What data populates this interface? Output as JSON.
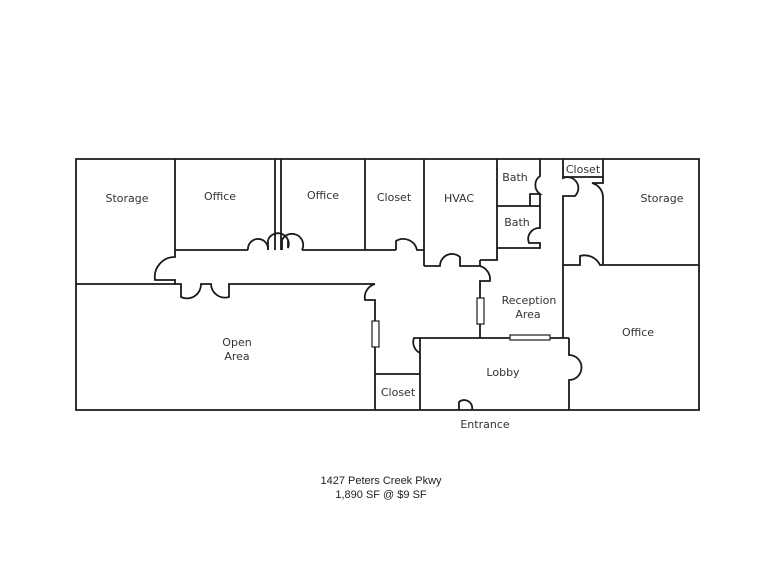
{
  "plan": {
    "rooms": [
      {
        "id": "storage-left",
        "label": "Storage"
      },
      {
        "id": "office-1",
        "label": "Office"
      },
      {
        "id": "office-2",
        "label": "Office"
      },
      {
        "id": "closet-top",
        "label": "Closet"
      },
      {
        "id": "hvac",
        "label": "HVAC"
      },
      {
        "id": "bath-1",
        "label": "Bath"
      },
      {
        "id": "bath-2",
        "label": "Bath"
      },
      {
        "id": "closet-right",
        "label": "Closet"
      },
      {
        "id": "storage-right",
        "label": "Storage"
      },
      {
        "id": "reception",
        "label": "Reception",
        "label2": "Area"
      },
      {
        "id": "office-right",
        "label": "Office"
      },
      {
        "id": "open-area",
        "label": "Open",
        "label2": "Area"
      },
      {
        "id": "closet-bottom",
        "label": "Closet"
      },
      {
        "id": "lobby",
        "label": "Lobby"
      }
    ],
    "entrance_label": "Entrance"
  },
  "caption": {
    "address": "1427 Peters Creek Pkwy",
    "area_price": "1,890 SF @ $9 SF"
  },
  "colors": {
    "wall": "#1a1a1a",
    "background": "#ffffff"
  }
}
